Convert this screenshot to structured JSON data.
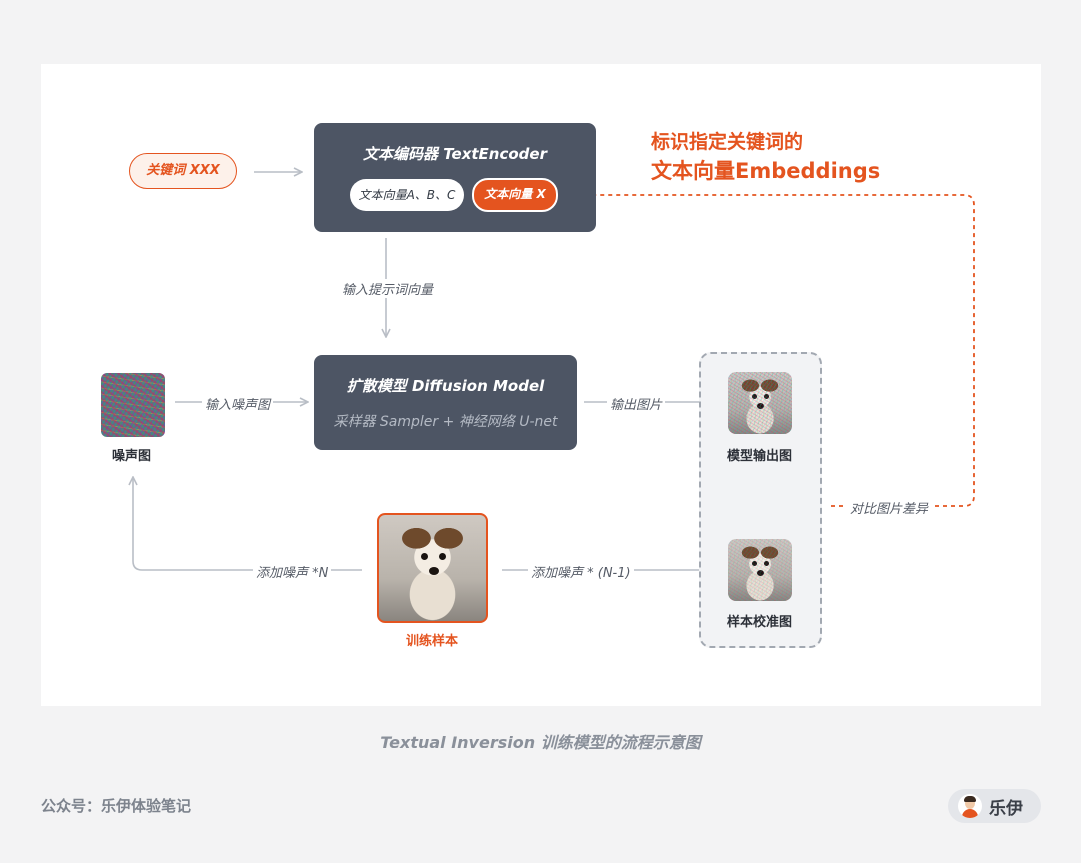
{
  "keyword": "关键词 XXX",
  "encoder": {
    "title": "文本编码器 TextEncoder",
    "vector_abc": "文本向量A、B、C",
    "vector_x": "文本向量 X"
  },
  "annotation": {
    "line1": "标识指定关键词的",
    "line2": "文本向量Embeddings"
  },
  "labels": {
    "input_prompt_vector": "输入提示词向量",
    "input_noise_image": "输入噪声图",
    "output_image": "输出图片",
    "add_noise_n": "添加噪声 *N",
    "add_noise_n_minus_1": "添加噪声 * (N-1)",
    "compare_difference": "对比图片差异"
  },
  "diffusion": {
    "title": "扩散模型 Diffusion Model",
    "subtitle": "采样器 Sampler  +  神经网络 U-net"
  },
  "captions": {
    "noise": "噪声图",
    "training_sample": "训练样本",
    "model_output": "模型输出图",
    "calibration": "样本校准图"
  },
  "figure_caption": "Textual Inversion 训练模型的流程示意图",
  "footer": {
    "account": "公众号：乐伊体验笔记",
    "author": "乐伊"
  },
  "colors": {
    "accent": "#e4541f",
    "box": "#4d5564",
    "arrow": "#b9bec6"
  },
  "icons": [
    "avatar-icon"
  ]
}
